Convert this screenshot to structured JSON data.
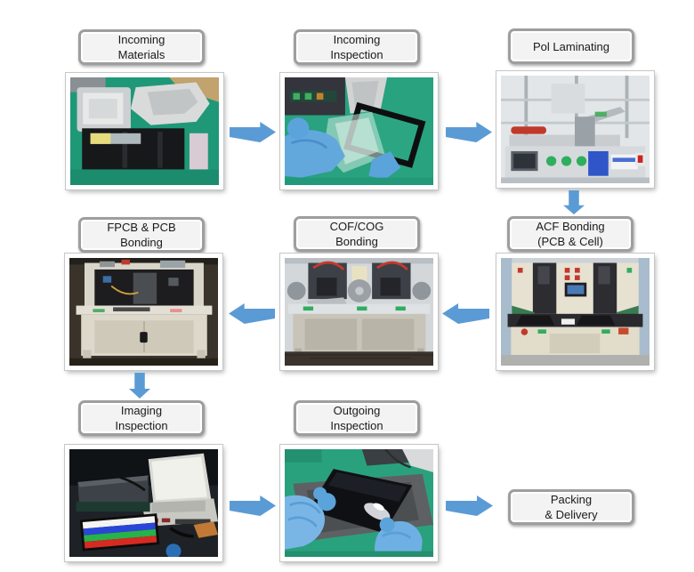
{
  "diagram": {
    "name": "display-module-manufacturing-process-flow",
    "colors": {
      "arrow": "#5B9BD5",
      "box_border": "#9E9E9E",
      "box_fill": "#F3F3F3",
      "background": "#FFFFFF"
    },
    "steps": [
      {
        "label_line1": "Incoming",
        "label_line2": "Materials",
        "photo": "incoming-materials-photo"
      },
      {
        "label_line1": "Incoming",
        "label_line2": "Inspection",
        "photo": "incoming-inspection-photo"
      },
      {
        "label_line1": "Pol Laminating",
        "label_line2": "",
        "photo": "pol-laminating-machine-photo"
      },
      {
        "label_line1": "ACF Bonding",
        "label_line2": "(PCB & Cell)",
        "photo": "acf-bonding-machine-photo"
      },
      {
        "label_line1": "COF/COG",
        "label_line2": "Bonding",
        "photo": "cof-cog-bonding-machine-photo"
      },
      {
        "label_line1": "FPCB & PCB",
        "label_line2": "Bonding",
        "photo": "fpcb-pcb-bonding-machine-photo"
      },
      {
        "label_line1": "Imaging",
        "label_line2": "Inspection",
        "photo": "imaging-inspection-photo"
      },
      {
        "label_line1": "Outgoing",
        "label_line2": "Inspection",
        "photo": "outgoing-inspection-photo"
      },
      {
        "label_line1": "Packing",
        "label_line2": "& Delivery"
      }
    ],
    "flow": [
      {
        "from": "Incoming Materials",
        "to": "Incoming Inspection",
        "direction": "right"
      },
      {
        "from": "Incoming Inspection",
        "to": "Pol Laminating",
        "direction": "right"
      },
      {
        "from": "Pol Laminating",
        "to": "ACF Bonding (PCB & Cell)",
        "direction": "down"
      },
      {
        "from": "ACF Bonding (PCB & Cell)",
        "to": "COF/COG Bonding",
        "direction": "left"
      },
      {
        "from": "COF/COG Bonding",
        "to": "FPCB & PCB Bonding",
        "direction": "left"
      },
      {
        "from": "FPCB & PCB Bonding",
        "to": "Imaging Inspection",
        "direction": "down"
      },
      {
        "from": "Imaging Inspection",
        "to": "Outgoing Inspection",
        "direction": "right"
      },
      {
        "from": "Outgoing Inspection",
        "to": "Packing & Delivery",
        "direction": "right"
      }
    ]
  }
}
